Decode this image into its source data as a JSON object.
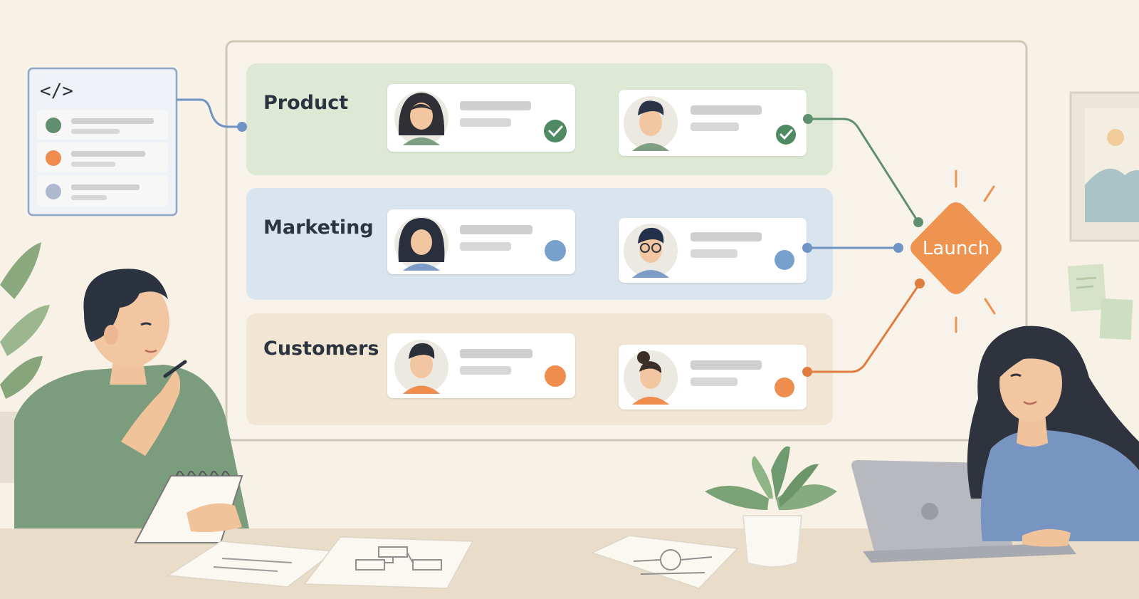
{
  "code_panel": {
    "glyph": "</>",
    "items": [
      {
        "color": "#5f8f6c"
      },
      {
        "color": "#ee8d4d"
      },
      {
        "color": "#aeb8cf"
      }
    ]
  },
  "board": {
    "lanes": [
      {
        "label": "Product",
        "fill": "#dde9d5",
        "cards": [
          {
            "person": "woman-long-hair",
            "status": "check",
            "color": "#4f8a63"
          },
          {
            "person": "man-short-hair",
            "status": "check",
            "color": "#4f8a63"
          }
        ]
      },
      {
        "label": "Marketing",
        "fill": "#d9e4ee",
        "cards": [
          {
            "person": "woman-dark-hair",
            "status": "dot",
            "color": "#77a0cd"
          },
          {
            "person": "man-glasses",
            "status": "dot",
            "color": "#77a0cd"
          }
        ]
      },
      {
        "label": "Customers",
        "fill": "#f1e6d3",
        "cards": [
          {
            "person": "man-orange-shirt",
            "status": "dot",
            "color": "#ee8d4d"
          },
          {
            "person": "woman-bun",
            "status": "dot",
            "color": "#ee8d4d"
          }
        ]
      }
    ]
  },
  "launch": {
    "label": "Launch",
    "color": "#ef9450"
  },
  "colors": {
    "background": "#f7f1e6",
    "board_border": "#cfc7b8",
    "text_dark": "#2b3440",
    "connector_green": "#5f8f6c",
    "connector_blue": "#6f93c2",
    "connector_orange": "#e07d3e"
  }
}
